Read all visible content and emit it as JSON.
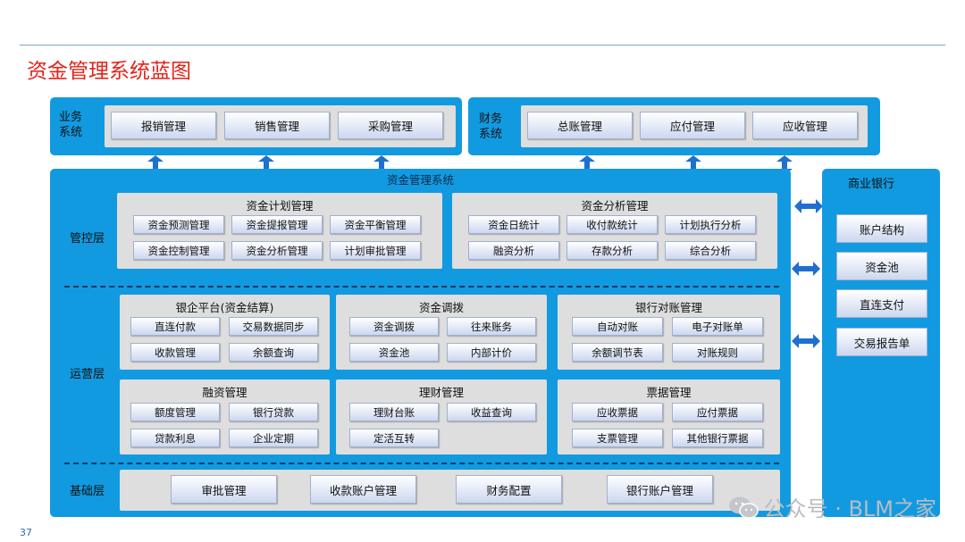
{
  "title": "资金管理系统蓝图",
  "page_number": "37",
  "business_systems": {
    "label": "业务\n系统",
    "items": [
      "报销管理",
      "销售管理",
      "采购管理"
    ]
  },
  "finance_systems": {
    "label": "财务\n系统",
    "items": [
      "总账管理",
      "应付管理",
      "应收管理"
    ]
  },
  "fund_system": {
    "title": "资金管理系统"
  },
  "control_layer": {
    "label": "管控层",
    "groups": [
      {
        "title": "资金计划管理",
        "items": [
          "资金预测管理",
          "资金提报管理",
          "资金平衡管理",
          "资金控制管理",
          "资金分析管理",
          "计划审批管理"
        ]
      },
      {
        "title": "资金分析管理",
        "items": [
          "资金日统计",
          "收付款统计",
          "计划执行分析",
          "融资分析",
          "存款分析",
          "综合分析"
        ]
      }
    ]
  },
  "operation_layer": {
    "label": "运营层",
    "groups": [
      {
        "title": "银企平台(资金结算)",
        "items": [
          "直连付款",
          "交易数据同步",
          "收款管理",
          "余额查询"
        ]
      },
      {
        "title": "资金调拨",
        "items": [
          "资金调拨",
          "往来账务",
          "资金池",
          "内部计价"
        ]
      },
      {
        "title": "银行对账管理",
        "items": [
          "自动对账",
          "电子对账单",
          "余额调节表",
          "对账规则"
        ]
      },
      {
        "title": "融资管理",
        "items": [
          "额度管理",
          "银行贷款",
          "贷款利息",
          "企业定期"
        ]
      },
      {
        "title": "理财管理",
        "items": [
          "理财台账",
          "收益查询",
          "定活互转"
        ]
      },
      {
        "title": "票据管理",
        "items": [
          "应收票据",
          "应付票据",
          "支票管理",
          "其他银行票据"
        ]
      }
    ]
  },
  "base_layer": {
    "label": "基础层",
    "items": [
      "审批管理",
      "收款账户管理",
      "财务配置",
      "银行账户管理"
    ]
  },
  "commercial_bank": {
    "title": "商业银行",
    "items": [
      "账户结构",
      "资金池",
      "直连支付",
      "交易报告单"
    ]
  },
  "watermark": {
    "text": "公众号 · BLM之家"
  },
  "colors": {
    "title": "#e2231a",
    "panel_blue": "#129ae0",
    "gray_panel": "#dedede",
    "arrow_blue": "#1f6fd1"
  }
}
